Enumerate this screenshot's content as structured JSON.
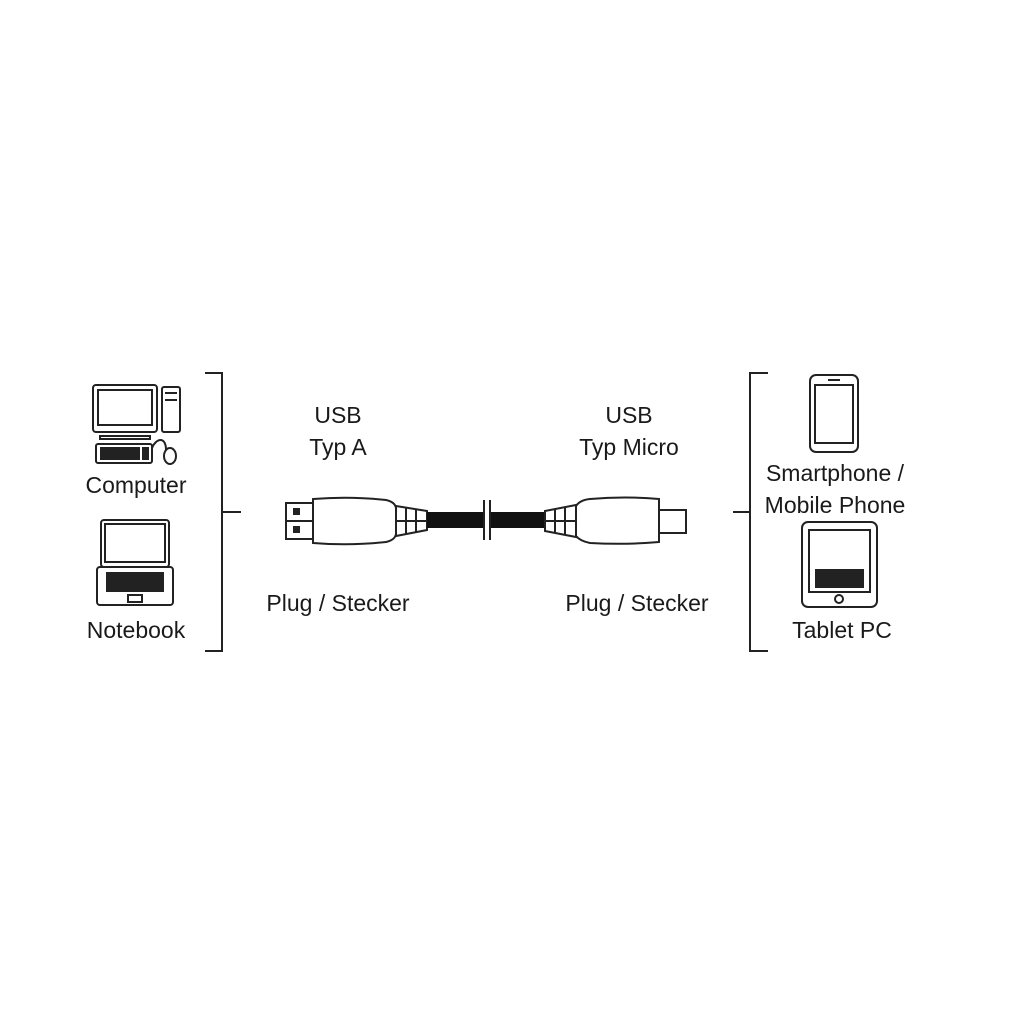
{
  "left_devices": {
    "computer_label": "Computer",
    "notebook_label": "Notebook"
  },
  "connector_a": {
    "line1": "USB",
    "line2": "Typ A",
    "plug_label": "Plug / Stecker"
  },
  "connector_b": {
    "line1": "USB",
    "line2": "Typ Micro",
    "plug_label": "Plug / Stecker"
  },
  "right_devices": {
    "smartphone_line1": "Smartphone /",
    "smartphone_line2": "Mobile Phone",
    "tablet_label": "Tablet PC"
  },
  "colors": {
    "stroke": "#222222",
    "cable": "#111111",
    "background": "#ffffff"
  }
}
